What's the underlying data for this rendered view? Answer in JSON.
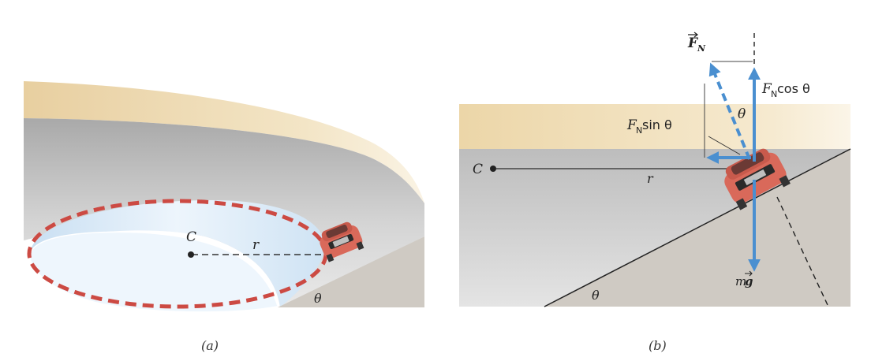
{
  "panel_a": {
    "center_label": "C",
    "radius_label": "r",
    "angle_label": "θ",
    "caption": "(a)"
  },
  "panel_b": {
    "center_label": "C",
    "radius_label": "r",
    "angle_label_bottom": "θ",
    "angle_label_top": "θ",
    "normal_force_label": "F",
    "normal_force_sub": "N",
    "fn_cos_main": "F",
    "fn_cos_sub": "N",
    "fn_cos_rest": " cos θ",
    "fn_sin_main": "F",
    "fn_sin_sub": "N",
    "fn_sin_rest": " sin θ",
    "weight_m": "m",
    "weight_g": "g",
    "caption": "(b)"
  },
  "colors": {
    "force_arrow": "#4a8fd0",
    "car_body": "#d9695a",
    "path_dashes": "#cc4a43",
    "wall_top": "#efd8a8",
    "road_grey": "#d6d6d6",
    "water": "#d6e8f6",
    "ground": "#cfcac3"
  }
}
